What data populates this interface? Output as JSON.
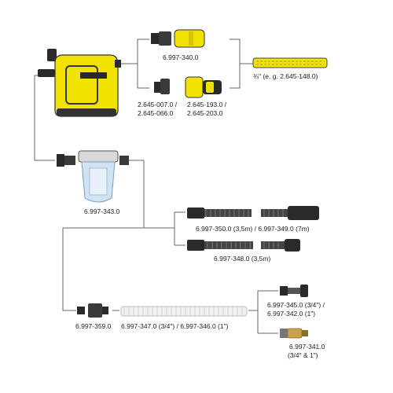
{
  "labels": {
    "coupling_top": "6.997-340.0",
    "hose_size": "¾\" (e. g. 2.645-148.0)",
    "adapter_left_1": "2.645-007.0 /",
    "adapter_left_2": "2.645-066.0",
    "adapter_right_1": "2.645-193.0 /",
    "adapter_right_2": "2.645-203.0",
    "filter": "6.997-343.0",
    "suction_set_1": "6.997-350.0 (3,5m) / 6.997-349.0 (7m)",
    "suction_set_2": "6.997-348.0 (3,5m)",
    "connector": "6.997-359.0",
    "suction_hose": "6.997-347.0 (3/4\") / 6.997-346.0 (1\")",
    "foot_valve_1a": "6.997-345.0 (3/4\") /",
    "foot_valve_1b": "6.997-342.0 (1\")",
    "foot_valve_2a": "6.997-341.0",
    "foot_valve_2b": "(3/4\" & 1\")"
  },
  "colors": {
    "brand_yellow": "#f2e200",
    "dark": "#2a2a2a",
    "line": "#666666",
    "filter_blue": "#cfe3f5",
    "brass": "#c9a24a"
  },
  "icons": {
    "pump": "garden-pump-icon",
    "coupling": "hose-coupling-icon",
    "filter": "pre-filter-icon",
    "hose": "hose-coil-icon",
    "valve": "foot-valve-icon"
  }
}
